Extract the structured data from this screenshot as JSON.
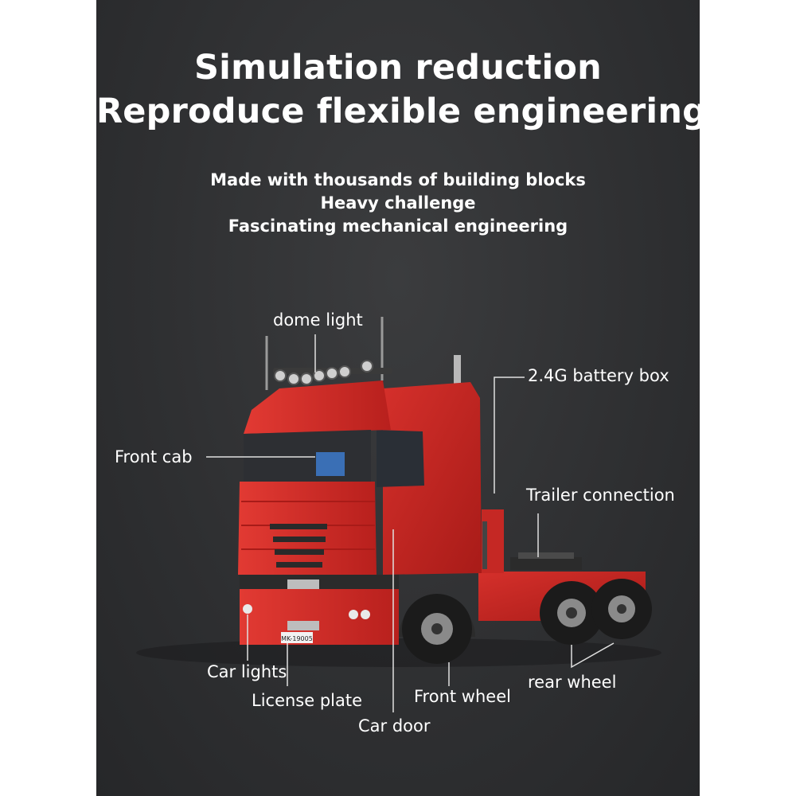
{
  "headline": {
    "line1": "Simulation reduction",
    "line2": "Reproduce flexible engineering"
  },
  "subheadline": {
    "line1": "Made with thousands of building blocks",
    "line2": "Heavy challenge",
    "line3": "Fascinating mechanical engineering"
  },
  "callouts": {
    "dome_light": "dome light",
    "battery_box": "2.4G battery box",
    "front_cab": "Front cab",
    "trailer_connection": "Trailer connection",
    "car_lights": "Car lights",
    "license_plate": "License plate",
    "front_wheel": "Front wheel",
    "rear_wheel": "rear wheel",
    "car_door": "Car door"
  },
  "plate_text": "MK-19005",
  "colors": {
    "background": "#2f3032",
    "truck_red": "#d9302c",
    "text": "#ffffff",
    "leader_line": "#e0e0e0"
  }
}
